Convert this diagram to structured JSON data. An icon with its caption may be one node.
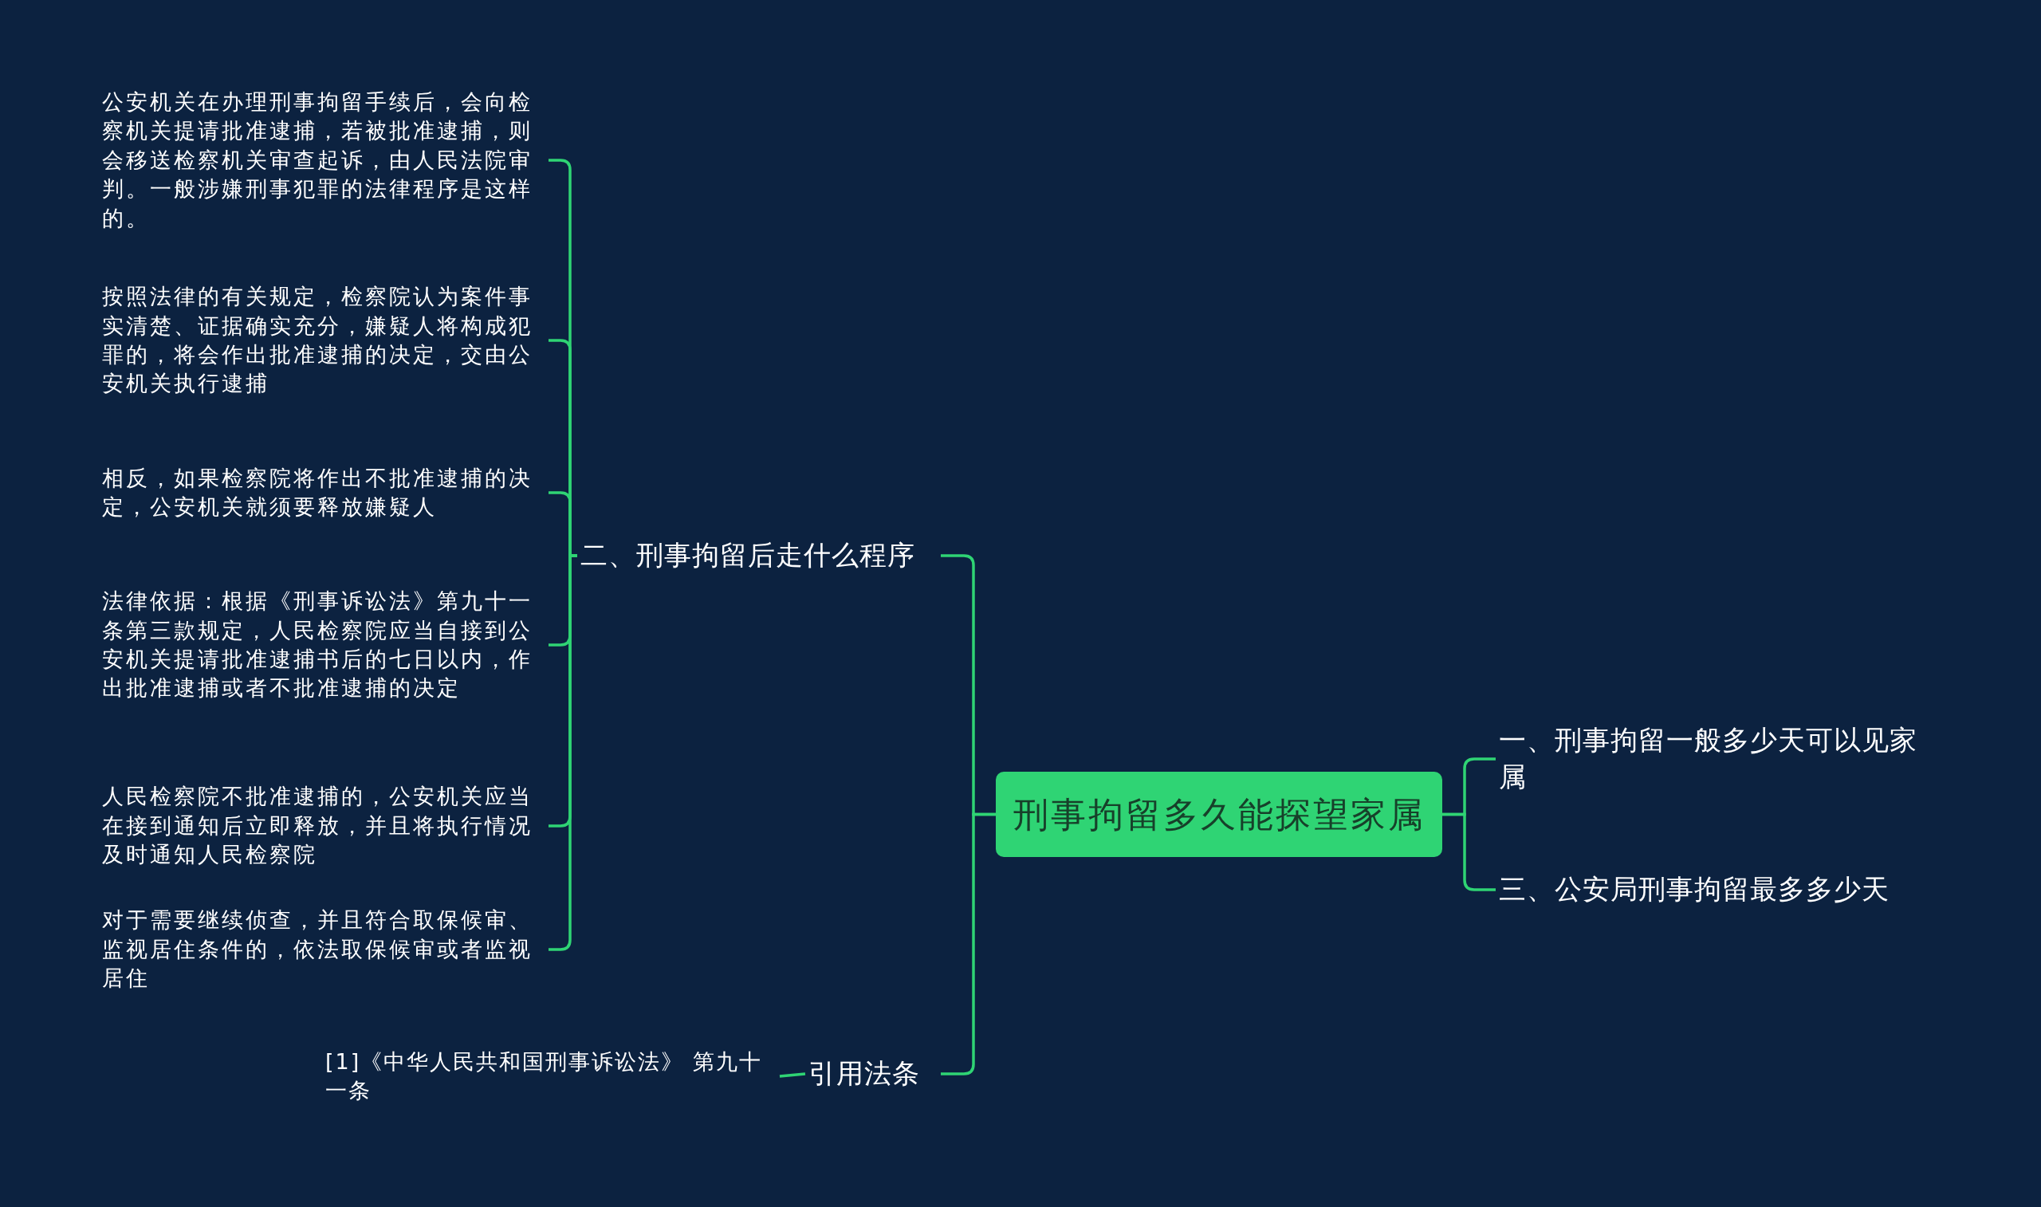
{
  "diagram": {
    "nodes": [
      {
        "text": [
          "刑事拘留多久能探望家属"
        ]
      },
      {
        "text": [
          "一、刑事拘留一般多少天可以见家属"
        ]
      },
      {
        "text": [
          "三、公安局刑事拘留最多多少天"
        ]
      },
      {
        "text": [
          "二、刑事拘留后走什么程序"
        ]
      },
      {
        "text": [
          "公安机关在办理刑事拘留手续后，会向检察机关提请批准逮捕，若被批准逮捕，则会移送检察机关审查起诉，由人民法院审判。一般涉嫌刑事犯罪的法律程序是这样的。"
        ]
      },
      {
        "text": [
          "按照法律的有关规定，检察院认为案件事实清楚、证据确实充分，嫌疑人将构成犯罪的，将会作出批准逮捕的决定，交由公安机关执行逮捕"
        ]
      },
      {
        "text": [
          "相反，如果检察院将作出不批准逮捕的决定，公安机关就须要释放嫌疑人"
        ]
      },
      {
        "text": [
          "法律依据：根据《刑事诉讼法》第九十一条第三款规定，人民检察院应当自接到公安机关提请批准逮捕书后的七日以内，作出批准逮捕或者不批准逮捕的决定"
        ]
      },
      {
        "text": [
          "人民检察院不批准逮捕的，公安机关应当在接到通知后立即释放，并且将执行情况及时通知人民检察院"
        ]
      },
      {
        "text": [
          "对于需要继续侦查，并且符合取保候审、监视居住条件的，依法取保候审或者监视居住"
        ]
      },
      {
        "text": [
          "引用法条"
        ]
      },
      {
        "text": [
          "[1]《中华人民共和国刑事诉讼法》 第九十一条"
        ]
      }
    ],
    "edges": [
      {
        "from": 0,
        "to": 1,
        "arrow": "none"
      },
      {
        "from": 0,
        "to": 2,
        "arrow": "none"
      },
      {
        "from": 0,
        "to": 3,
        "arrow": "none"
      },
      {
        "from": 3,
        "to": 4,
        "arrow": "none"
      },
      {
        "from": 3,
        "to": 5,
        "arrow": "none"
      },
      {
        "from": 3,
        "to": 6,
        "arrow": "none"
      },
      {
        "from": 3,
        "to": 7,
        "arrow": "none"
      },
      {
        "from": 3,
        "to": 8,
        "arrow": "none"
      },
      {
        "from": 3,
        "to": 9,
        "arrow": "none"
      },
      {
        "from": 0,
        "to": 10,
        "arrow": "none"
      },
      {
        "from": 10,
        "to": 11,
        "arrow": "none"
      }
    ]
  }
}
